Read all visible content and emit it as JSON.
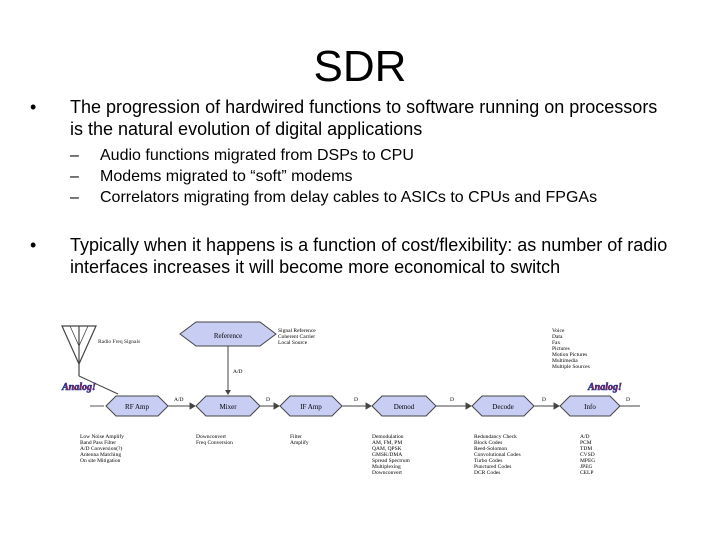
{
  "slide": {
    "title": "SDR",
    "bullets": [
      {
        "text": "The progression of hardwired functions to software running on processors is the natural evolution of digital applications",
        "subs": [
          "Audio functions migrated from DSPs to CPU",
          "Modems migrated to “soft” modems",
          "Correlators migrating from delay cables to ASICs to CPUs and FPGAs"
        ]
      },
      {
        "text": "Typically when it happens is a function of cost/flexibility: as number of radio interfaces increases it will become more economical to switch"
      }
    ]
  },
  "diagram": {
    "boxes": {
      "reference": "Reference",
      "rf_amp": "RF Amp",
      "mixer": "Mixer",
      "if_amp": "IF Amp",
      "demod": "Demod",
      "decode": "Decode",
      "info": "Info"
    },
    "analog_left": "Analog!",
    "analog_right": "Analog!",
    "antenna_label": "Radio Freq Signals",
    "reference_notes": [
      "Signal Reference",
      "Coherent Carrier",
      "Local Source"
    ],
    "ad_label": "A/D",
    "link_labels": [
      "A/D",
      "D",
      "D",
      "D",
      "D",
      "D"
    ],
    "info_outputs": [
      "Voice",
      "Data",
      "Fax",
      "Pictures",
      "Motion Pictures",
      "Multimedia",
      "Multiple Sources"
    ],
    "notes": {
      "rf_amp": [
        "Low Noise Amplify",
        "Band Pass Filter",
        "A/D Conversion(?)",
        "Antenna Matching",
        "On site Mitigation"
      ],
      "mixer": [
        "Downconvert",
        "Freq Conversion"
      ],
      "if_amp": [
        "Filter",
        "Amplify"
      ],
      "demod": [
        "Demodulation",
        "AM, FM, PM",
        "QAM, QPSK",
        "GMSK/DMA",
        "Spread Spectrum",
        "Multiplexing",
        "Downconvert"
      ],
      "decode": [
        "Redundancy Check",
        "Block Codes",
        "Reed-Solomon",
        "Convolutional Codes",
        "Turbo Codes",
        "Punctured Codes",
        "DCR Codes"
      ],
      "info": [
        "A/D",
        "PCM",
        "TDM",
        "CVSD",
        "MPEG",
        "JPEG",
        "CELP"
      ]
    },
    "colors": {
      "box_fill": "#c8cdf4",
      "box_stroke": "#444444",
      "analog_red": "#d01818",
      "analog_blue": "#1a2f9c"
    }
  }
}
